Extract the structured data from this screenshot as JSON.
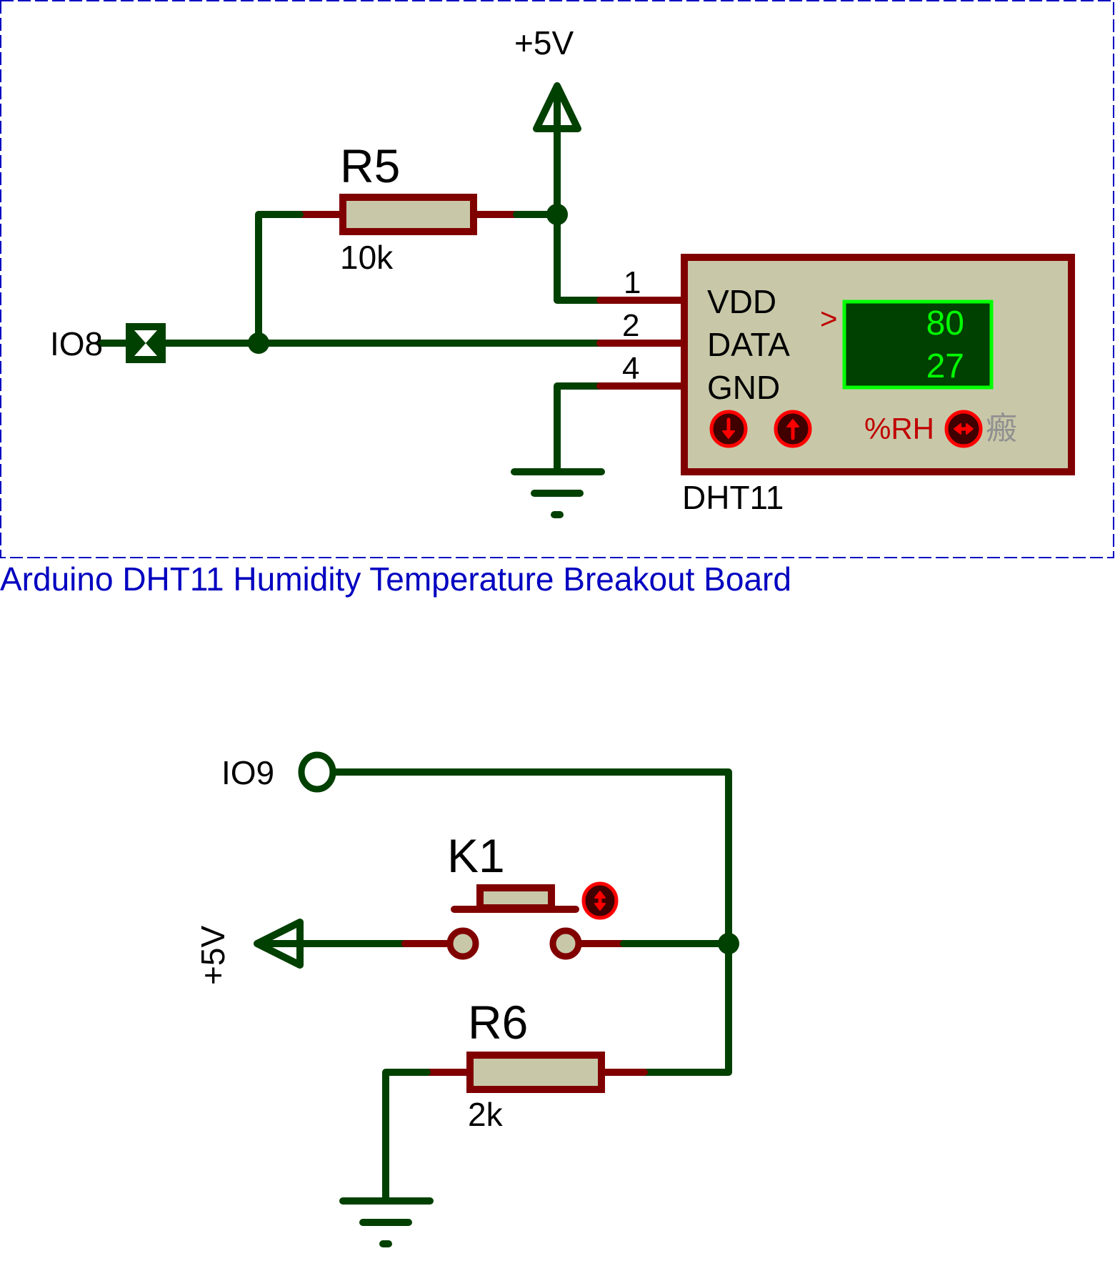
{
  "schematic": {
    "title": "Arduino DHT11 Humidity Temperature Breakout Board",
    "colors": {
      "wire": "#004000",
      "pin_lead": "#800000",
      "component_fill": "#c8c8a9",
      "frame": "#0000c0",
      "lcd_background": "#004000",
      "lcd_text": "#00ff00",
      "control_red": "#ff0000"
    },
    "top_circuit": {
      "power_label": "+5V",
      "r5": {
        "ref": "R5",
        "value": "10k"
      },
      "io8": {
        "label": "IO8"
      },
      "dht11": {
        "ref": "DHT11",
        "pins": [
          {
            "number": "1",
            "name": "VDD"
          },
          {
            "number": "2",
            "name": "DATA"
          },
          {
            "number": "4",
            "name": "GND"
          }
        ],
        "display_pointer": ">",
        "display": {
          "line1": "80",
          "line2": "27"
        },
        "mode_label": "%RH",
        "mode_glyph": "瘢",
        "controls": [
          {
            "name": "decrement",
            "icon": "arrow-down-icon"
          },
          {
            "name": "increment",
            "icon": "arrow-up-icon"
          },
          {
            "name": "toggle-mode",
            "icon": "arrow-left-right-icon"
          }
        ]
      }
    },
    "bottom_circuit": {
      "io9": {
        "label": "IO9"
      },
      "k1": {
        "ref": "K1",
        "control_icon": "arrow-up-down-icon"
      },
      "power_label": "+5V",
      "r6": {
        "ref": "R6",
        "value": "2k"
      }
    }
  }
}
